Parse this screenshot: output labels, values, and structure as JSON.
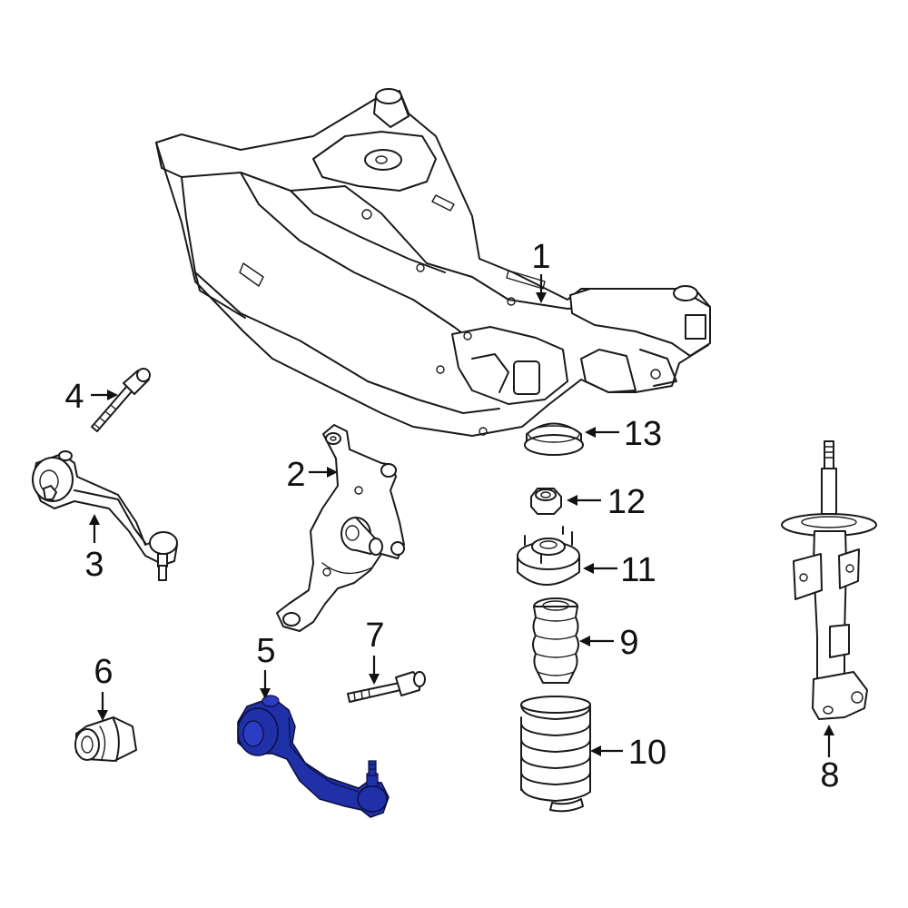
{
  "diagram": {
    "highlight_color": "#1f30a8",
    "outline_color": "#1a1a1a",
    "background": "#ffffff",
    "callouts": [
      {
        "id": "c1",
        "label": "1",
        "part": "crossmember-subframe"
      },
      {
        "id": "c2",
        "label": "2",
        "part": "steering-knuckle"
      },
      {
        "id": "c3",
        "label": "3",
        "part": "upper-control-arm"
      },
      {
        "id": "c4",
        "label": "4",
        "part": "bolt"
      },
      {
        "id": "c5",
        "label": "5",
        "part": "lower-control-arm",
        "highlighted": true
      },
      {
        "id": "c6",
        "label": "6",
        "part": "bushing"
      },
      {
        "id": "c7",
        "label": "7",
        "part": "bolt"
      },
      {
        "id": "c8",
        "label": "8",
        "part": "strut"
      },
      {
        "id": "c9",
        "label": "9",
        "part": "bump-stop"
      },
      {
        "id": "c10",
        "label": "10",
        "part": "coil-spring"
      },
      {
        "id": "c11",
        "label": "11",
        "part": "strut-mount"
      },
      {
        "id": "c12",
        "label": "12",
        "part": "nut"
      },
      {
        "id": "c13",
        "label": "13",
        "part": "dust-cap"
      }
    ]
  }
}
